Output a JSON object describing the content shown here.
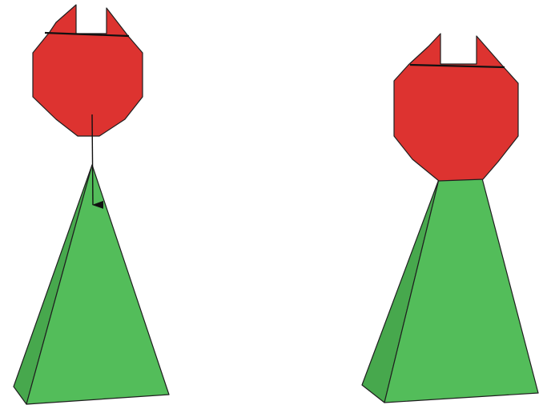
{
  "colors": {
    "background": "#ffffff",
    "head_fill": "#dd3330",
    "cone_front_fill": "#53bd5a",
    "cone_side_fill": "#47a84d",
    "outline": "#1f1f1f",
    "arrow": "#111111"
  },
  "figures": [
    {
      "name": "figure-left",
      "state": "separated",
      "has_arrow": true
    },
    {
      "name": "figure-right",
      "state": "attached",
      "has_arrow": false
    }
  ]
}
